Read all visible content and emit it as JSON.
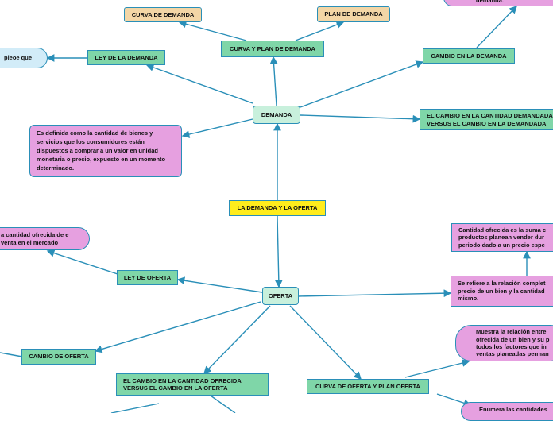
{
  "nodes": {
    "center": "LA DEMANDA Y LA OFERTA",
    "demanda": "DEMANDA",
    "oferta": "OFERTA",
    "curva_plan_demanda": "CURVA Y PLAN DE DEMANDA",
    "curva_demanda": "CURVA DE DEMANDA",
    "plan_demanda": "PLAN DE DEMANDA",
    "ley_demanda": "LEY DE LA DEMANDA",
    "ley_demanda_note": "pleoe que",
    "cambio_demanda": "CAMBIO EN LA DEMANDA",
    "cambio_demanda_note": "demanda.",
    "cambio_cantidad_demandada": "EL CAMBIO EN LA CANTIDAD DEMANDADA VERSUS EL CAMBIO EN LA DEMANDADA",
    "demanda_def": "Es definida como la cantidad de bienes y servicios que los consumidores están dispuestos a comprar a un valor en unidad monetaria o precio, expuesto en un momento determinado.",
    "ley_oferta": "LEY DE OFERTA",
    "ley_oferta_note": "a cantidad ofrecida de e venta en el mercado",
    "cambio_oferta": "CAMBIO DE OFERTA",
    "cambio_cantidad_ofrecida": "EL CAMBIO EN LA CANTIDAD OFRECIDA VERSUS EL CAMBIO EN LA OFERTA",
    "curva_plan_oferta": "CURVA DE OFERTA Y PLAN OFERTA",
    "oferta_rel": "Se refiere a la relación complet precio de un bien y la cantidad mismo.",
    "cantidad_ofrecida": "Cantidad ofrecida es la suma c productos planean vender dur periodo dado a un precio espe",
    "muestra_relacion": "Muestra la relación entre ofrecida de un bien y su p todos los factores que in ventas planeadas perman",
    "enumera": "Enumera las cantidades"
  },
  "colors": {
    "link": "#2a8fb8",
    "green": "#7fd6a8",
    "pink": "#e6a0e0",
    "yellow": "#ffec1c",
    "tan": "#f3d6a6",
    "pale": "#c8f0dc"
  }
}
